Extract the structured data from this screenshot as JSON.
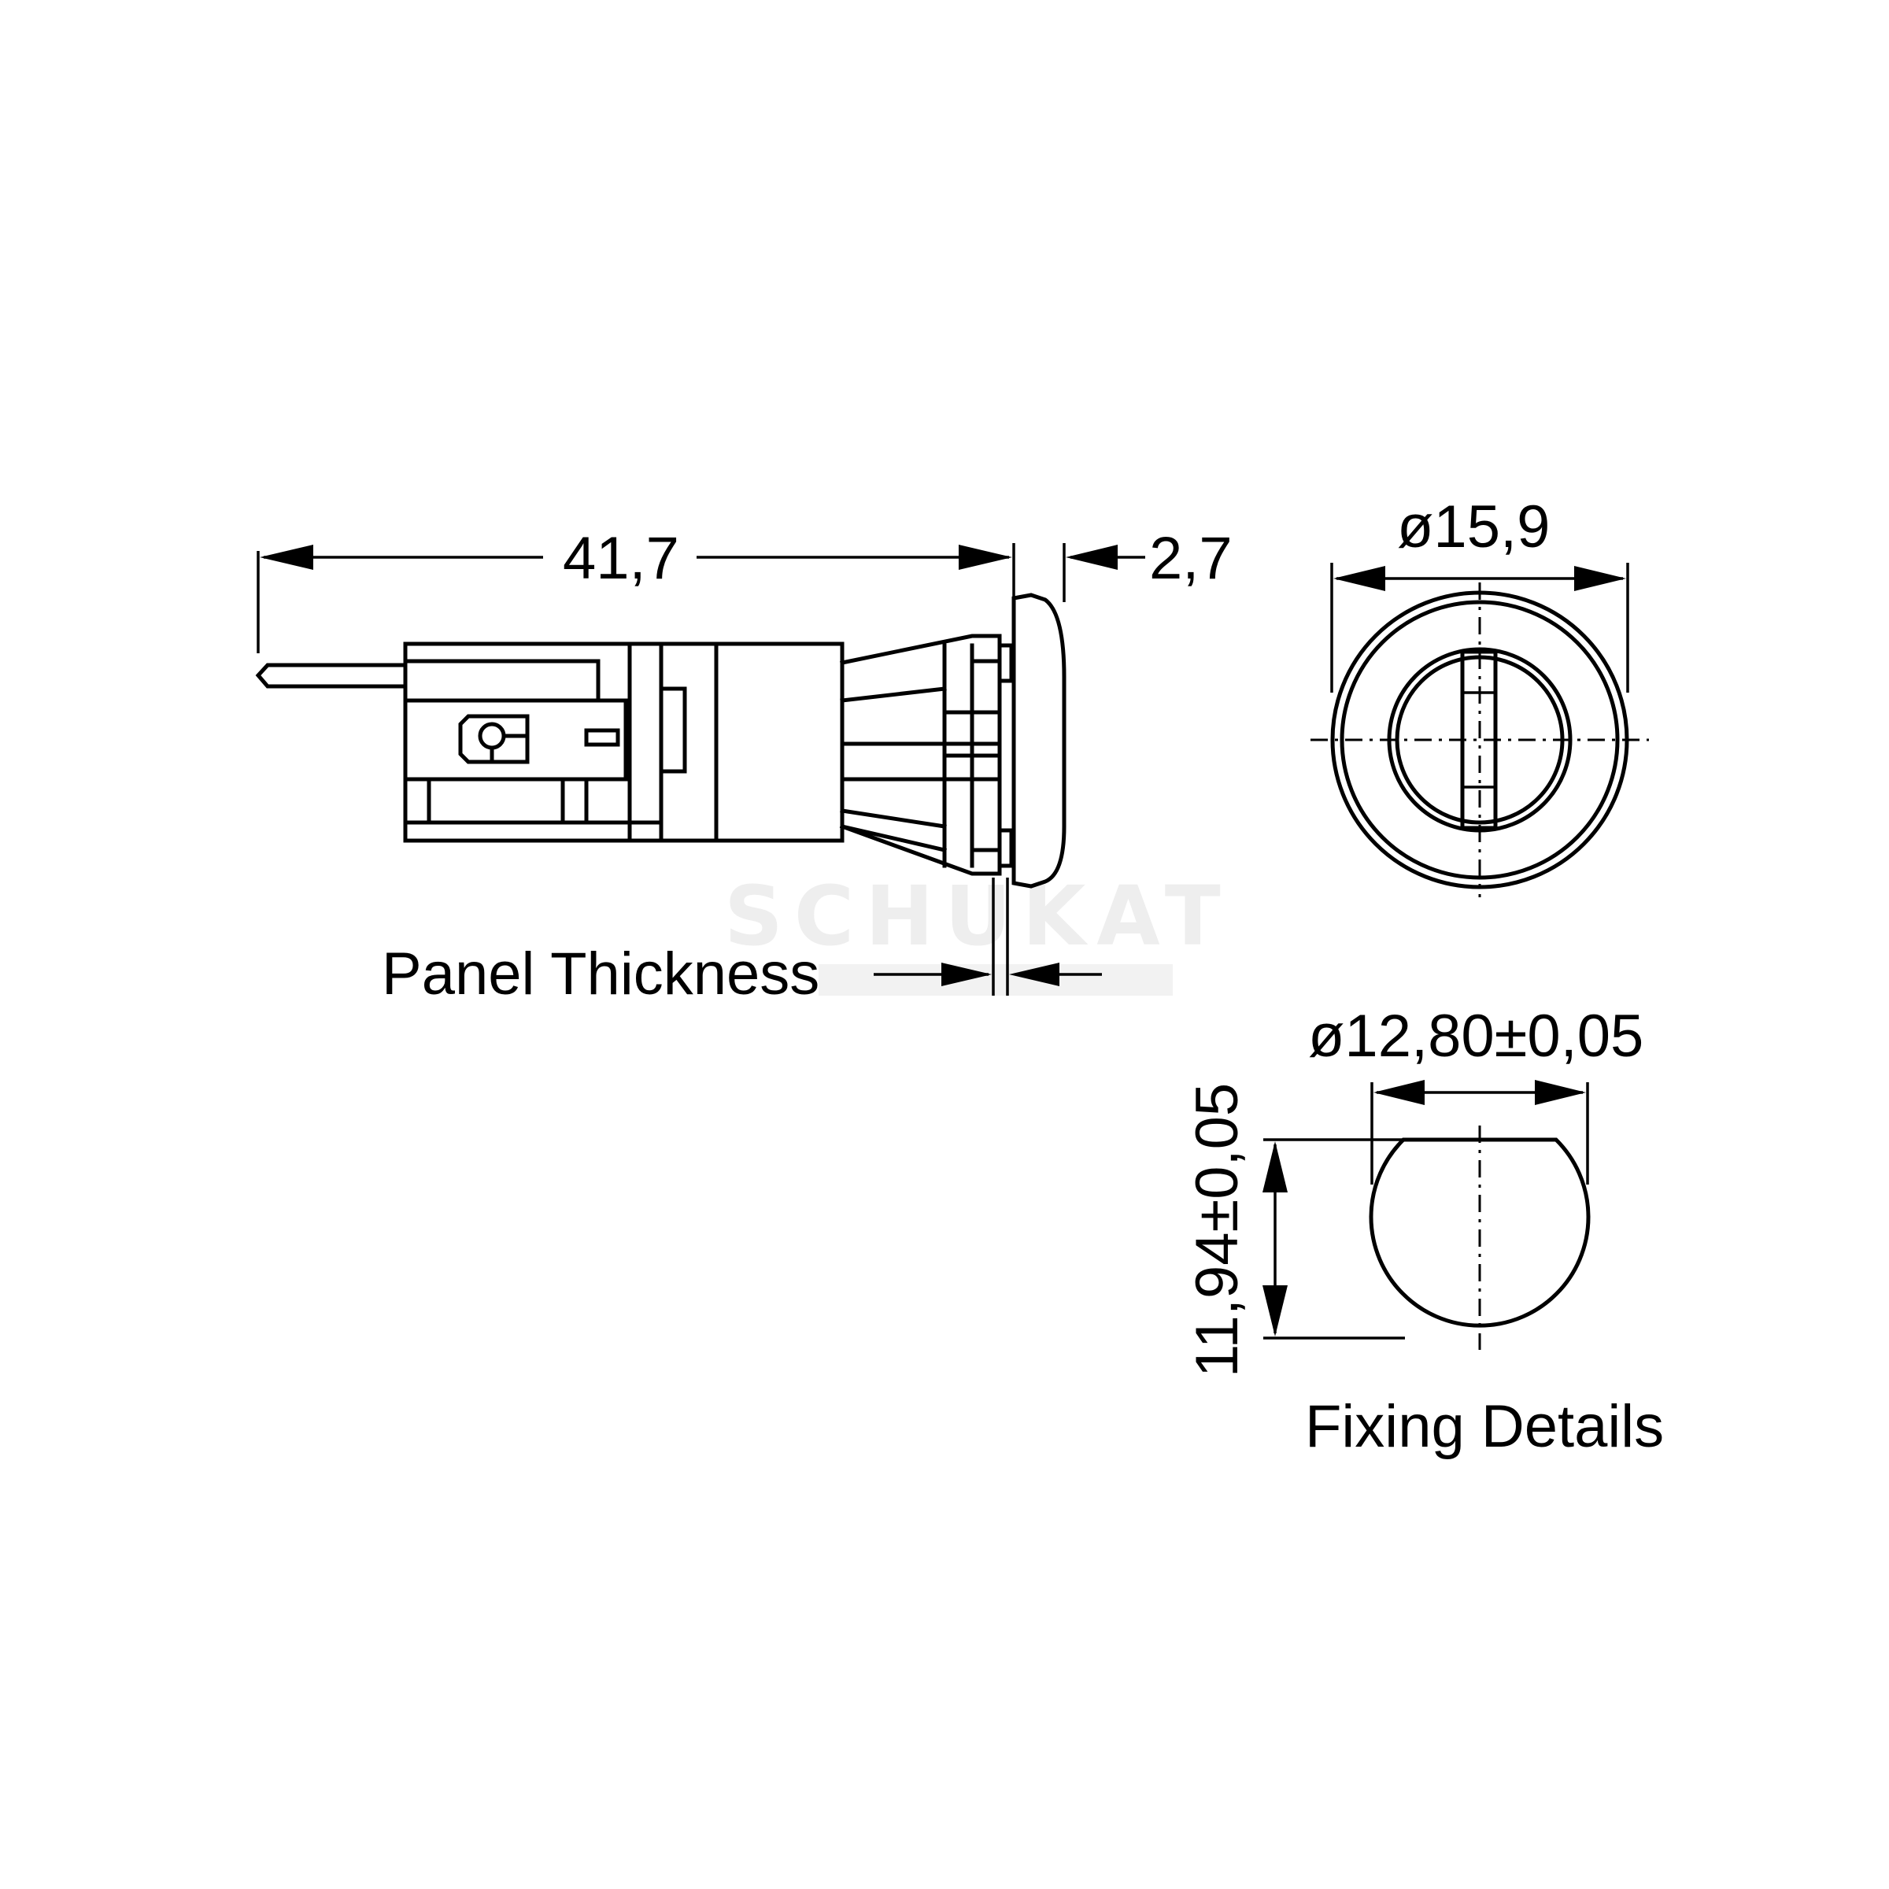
{
  "dimensions": {
    "overall_length": "41,7",
    "bezel_thickness": "2,7",
    "bezel_diameter": "ø15,9",
    "fixing_diameter": "ø12,80±0,05",
    "fixing_flat_height": "11,94±0,05"
  },
  "labels": {
    "panel_thickness": "Panel Thickness",
    "fixing_details": "Fixing Details"
  },
  "watermark": "SCHUKAT"
}
